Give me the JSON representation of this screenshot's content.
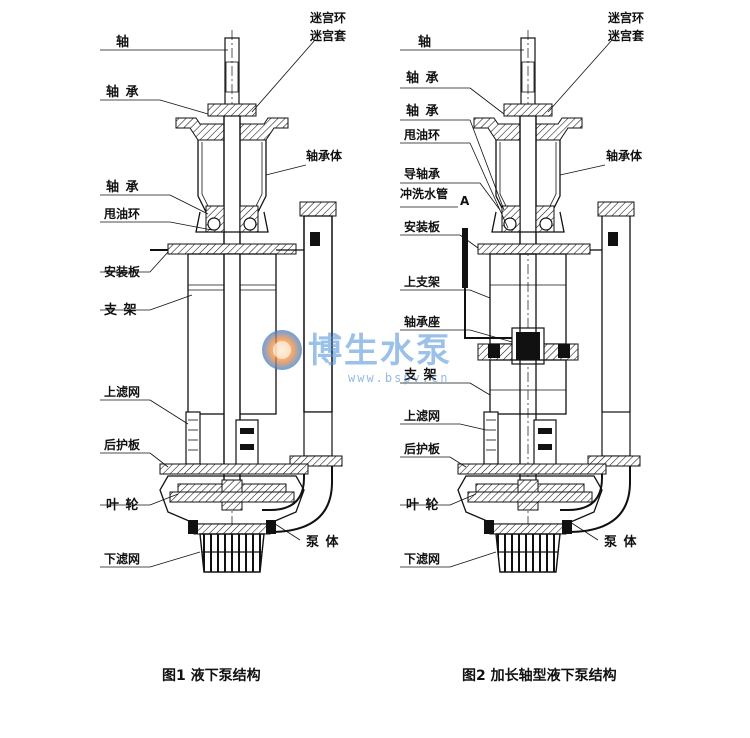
{
  "figure1": {
    "caption": "图1 液下泵结构",
    "labels": {
      "shaft": "轴",
      "labyrinth_ring": "迷宫环",
      "labyrinth_sleeve": "迷宫套",
      "bearing_top": "轴 承",
      "bearing_body": "轴承体",
      "bearing_lower": "轴 承",
      "oil_ring": "甩油环",
      "mounting_plate": "安装板",
      "support": "支 架",
      "upper_strainer": "上滤网",
      "rear_guard": "后护板",
      "impeller": "叶 轮",
      "pump_body": "泵 体",
      "lower_strainer": "下滤网"
    }
  },
  "figure2": {
    "caption": "图2 加长轴型液下泵结构",
    "labels": {
      "shaft": "轴",
      "labyrinth_ring": "迷宫环",
      "labyrinth_sleeve": "迷宫套",
      "bearing_top": "轴 承",
      "bearing_mid": "轴 承",
      "oil_ring": "甩油环",
      "bearing_body": "轴承体",
      "guide_bearing": "导轴承",
      "flush_pipe": "冲洗水管",
      "marker_a": "A",
      "mounting_plate": "安装板",
      "upper_bracket": "上支架",
      "bearing_seat": "轴承座",
      "support": "支 架",
      "upper_strainer": "上滤网",
      "rear_guard": "后护板",
      "impeller": "叶 轮",
      "pump_body": "泵 体",
      "lower_strainer": "下滤网"
    }
  },
  "watermark": {
    "text": "博生水泵",
    "url": "www.bspv.cn",
    "color": "#4a8fd6"
  }
}
